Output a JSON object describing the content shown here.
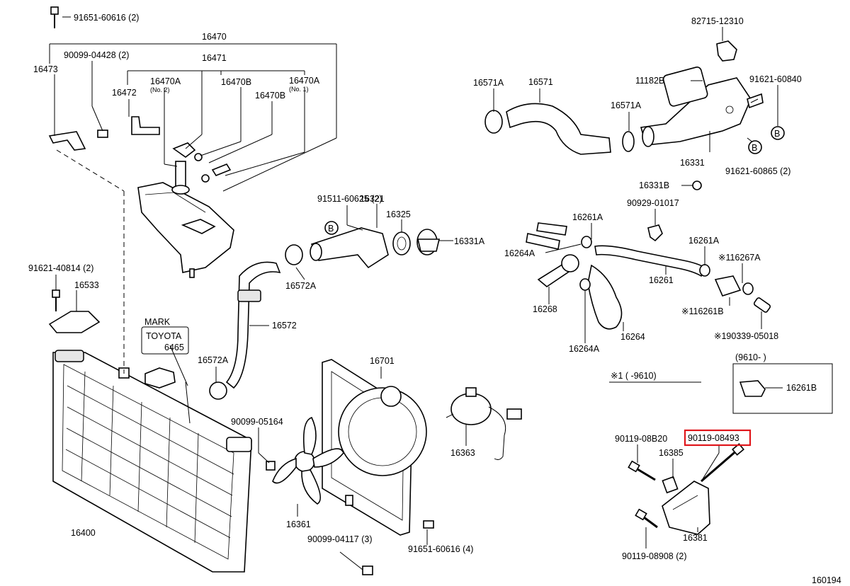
{
  "diagram_id": "160194",
  "labels": {
    "p91651_60616_2": "91651-60616 (2)",
    "p16470": "16470",
    "p16471": "16471",
    "p90099_04428_2": "90099-04428 (2)",
    "p16473": "16473",
    "p16472": "16472",
    "p16470a_no2": "16470A",
    "no2": "(No. 2)",
    "p16470b_1": "16470B",
    "p16470b_2": "16470B",
    "p16470a_no1": "16470A",
    "no1": "(No. 1)",
    "p91621_40814_2": "91621-40814 (2)",
    "p16533": "16533",
    "mark": "MARK",
    "toyota": "TOYOTA",
    "p6465": "6465",
    "p16400": "16400",
    "p91511_60625_2": "91511-60625 (2)",
    "p16321": "16321",
    "p16325": "16325",
    "p16331a": "16331A",
    "p16572a_1": "16572A",
    "p16572": "16572",
    "p16572a_2": "16572A",
    "p16701": "16701",
    "p90099_05164": "90099-05164",
    "p16361": "16361",
    "p16363": "16363",
    "p90099_04117_3": "90099-04117 (3)",
    "p91651_60616_4": "91651-60616 (4)",
    "p16571a_1": "16571A",
    "p16571": "16571",
    "p16571a_2": "16571A",
    "p82715_12310": "82715-12310",
    "p11182b": "11182B",
    "p91621_60840": "91621-60840",
    "p16331": "16331",
    "p91621_60865_2": "91621-60865 (2)",
    "p16331b": "16331B",
    "p16261a_1": "16261A",
    "p90929_01017": "90929-01017",
    "p16264a_1": "16264A",
    "p16261a_2": "16261A",
    "p116267a": "※116267A",
    "p16261": "16261",
    "p16268": "16268",
    "p116261b": "※116261B",
    "p16264": "16264",
    "p16264a_2": "16264A",
    "p190339_05018": "※190339-05018",
    "note1": "※1 (      -9610)",
    "box_9610": "(9610-        )",
    "p16261b": "16261B",
    "p90119_08b20": "90119-08B20",
    "p90119_08493": "90119-08493",
    "p16385": "16385",
    "p16381": "16381",
    "p90119_08908_2": "90119-08908 (2)",
    "b1": "B",
    "b2": "B",
    "b3": "B"
  },
  "highlight_color": "#e0161b"
}
